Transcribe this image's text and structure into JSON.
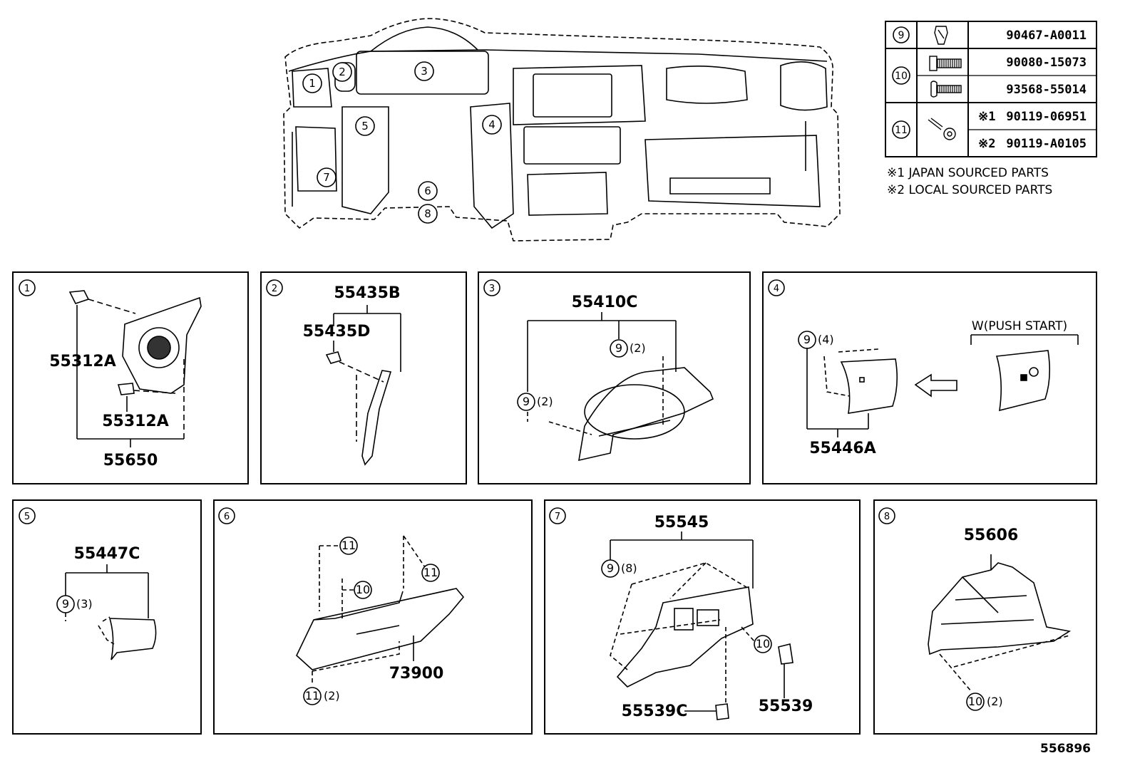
{
  "overview": {
    "callouts": [
      "1",
      "2",
      "3",
      "4",
      "5",
      "6",
      "7",
      "8"
    ]
  },
  "fastener_table": {
    "rows": [
      {
        "ref": "9",
        "prefix": "",
        "part": "90467-A0011"
      },
      {
        "ref": "10",
        "prefix": "",
        "part": "90080-15073"
      },
      {
        "ref": "",
        "prefix": "",
        "part": "93568-55014"
      },
      {
        "ref": "11",
        "prefix": "※1",
        "part": "90119-06951"
      },
      {
        "ref": "",
        "prefix": "※2",
        "part": "90119-A0105"
      }
    ],
    "notes": [
      "※1 JAPAN SOURCED PARTS",
      "※2 LOCAL SOURCED PARTS"
    ]
  },
  "panels": {
    "p1": {
      "num": "1",
      "labels": [
        "55312A",
        "55312A",
        "55650"
      ]
    },
    "p2": {
      "num": "2",
      "labels": [
        "55435B",
        "55435D"
      ]
    },
    "p3": {
      "num": "3",
      "labels": [
        "55410C"
      ],
      "callouts": [
        {
          "ref": "9",
          "qty": "(2)"
        },
        {
          "ref": "9",
          "qty": "(2)"
        }
      ]
    },
    "p4": {
      "num": "4",
      "labels": [
        "55446A"
      ],
      "option": "W(PUSH START)",
      "callouts": [
        {
          "ref": "9",
          "qty": "(4)"
        }
      ]
    },
    "p5": {
      "num": "5",
      "labels": [
        "55447C"
      ],
      "callouts": [
        {
          "ref": "9",
          "qty": "(3)"
        }
      ]
    },
    "p6": {
      "num": "6",
      "labels": [
        "73900"
      ],
      "callouts": [
        {
          "ref": "11",
          "qty": ""
        },
        {
          "ref": "11",
          "qty": ""
        },
        {
          "ref": "10",
          "qty": ""
        },
        {
          "ref": "11",
          "qty": "(2)"
        }
      ]
    },
    "p7": {
      "num": "7",
      "labels": [
        "55545",
        "55539C",
        "55539"
      ],
      "callouts": [
        {
          "ref": "9",
          "qty": "(8)"
        },
        {
          "ref": "10",
          "qty": ""
        }
      ]
    },
    "p8": {
      "num": "8",
      "labels": [
        "55606"
      ],
      "callouts": [
        {
          "ref": "10",
          "qty": "(2)"
        }
      ]
    }
  },
  "figure_number": "556896"
}
